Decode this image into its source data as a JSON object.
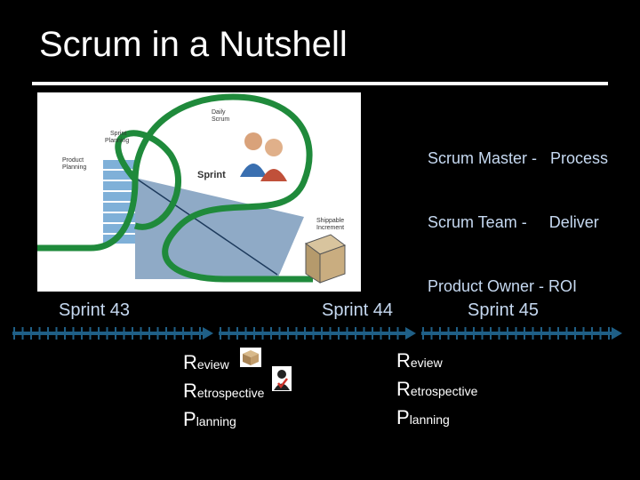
{
  "slide": {
    "title": "Scrum in a Nutshell"
  },
  "roles": [
    "Scrum Master -   Process",
    "Scrum Team -     Deliver",
    "Product Owner - ROI"
  ],
  "diagram": {
    "daily_scrum": [
      "Daily",
      "Scrum"
    ],
    "sprint_planning": [
      "Sprint",
      "Planning"
    ],
    "product_planning": [
      "Product",
      "Planning"
    ],
    "sprint": "Sprint",
    "shippable_increment": [
      "Shippable",
      "Increment"
    ]
  },
  "timeline": {
    "sprint_43": "Sprint 43",
    "sprint_44": "Sprint 44",
    "sprint_45": "Sprint 45",
    "color": "#1f5f86"
  },
  "ceremonies_1": [
    {
      "cap": "R",
      "rest": "eview"
    },
    {
      "cap": "R",
      "rest": "etrospective"
    },
    {
      "cap": "P",
      "rest": "lanning"
    }
  ],
  "ceremonies_2": [
    {
      "cap": "R",
      "rest": "eview"
    },
    {
      "cap": "R",
      "rest": "etrospective"
    },
    {
      "cap": "P",
      "rest": "lanning"
    }
  ],
  "icons": [
    "box-icon",
    "person-checkmark-icon"
  ]
}
